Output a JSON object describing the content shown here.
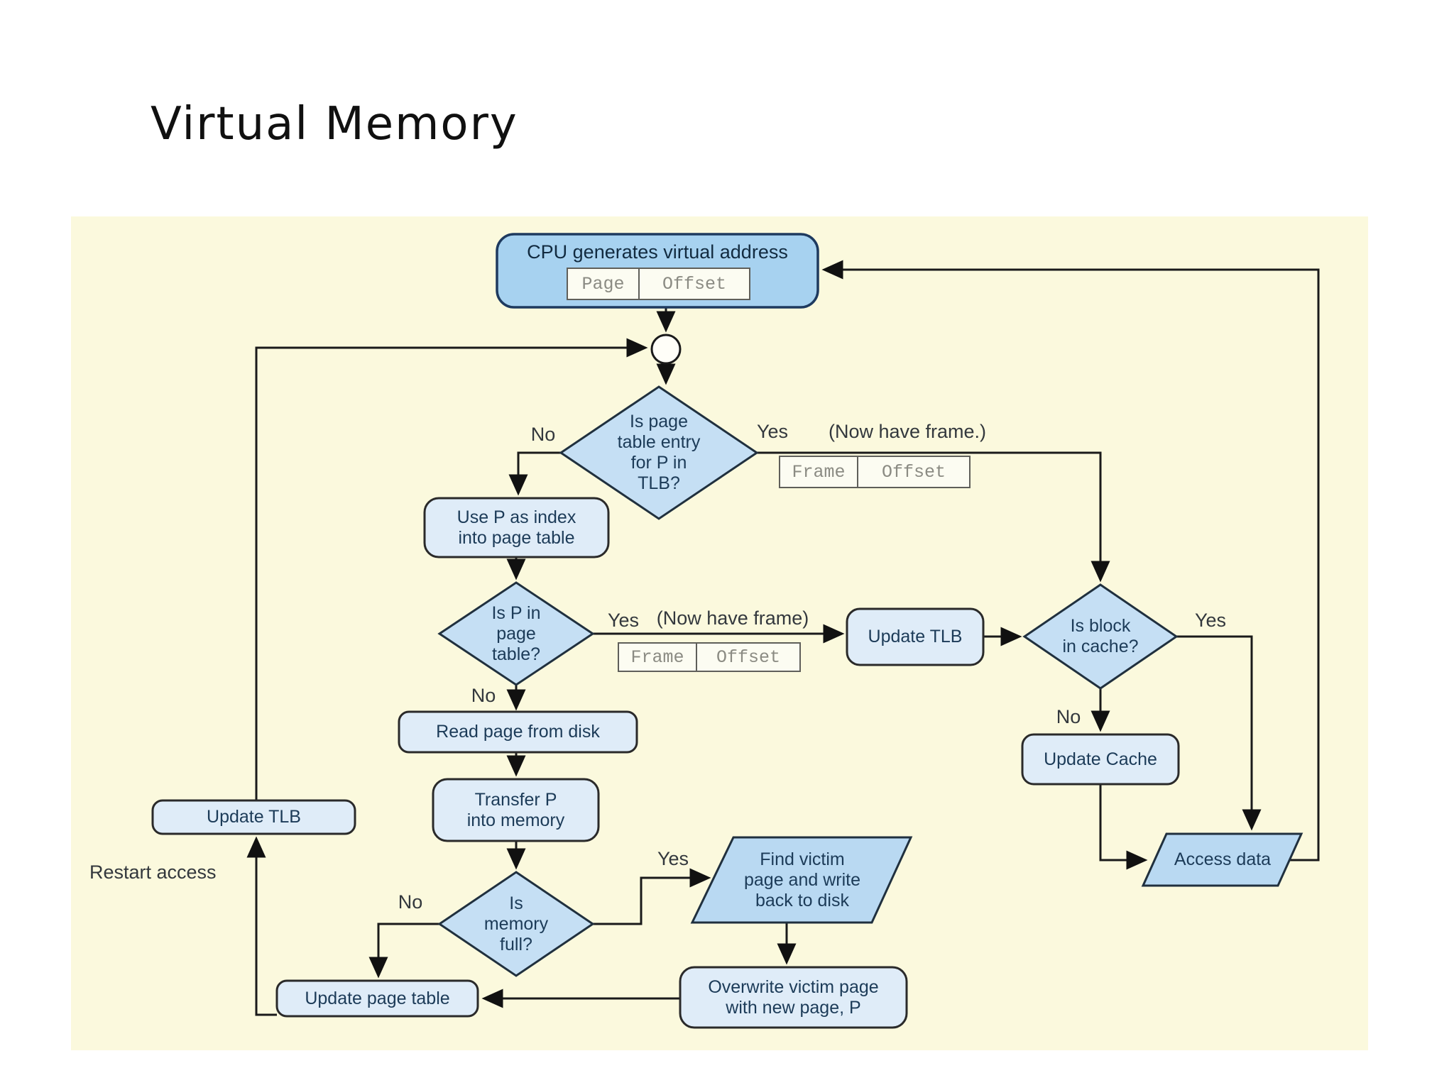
{
  "title": "Virtual Memory",
  "colors": {
    "panel_bg": "#fbf9dd",
    "node_strong_blue": "#a7d2f0",
    "diamond_blue": "#c5dff4",
    "parallelogram_blue": "#b9d9f2",
    "light_box_blue": "#dfecf8",
    "line_color": "#1a1a1a",
    "node_text": "#1c3b58",
    "field_text_gray": "#8b8b83"
  },
  "nodes": {
    "cpu": {
      "label": "CPU generates virtual address"
    },
    "tlb_check": {
      "label": "Is page\ntable entry\nfor P in\nTLB?"
    },
    "use_p_index": {
      "label": "Use P as index\ninto page table"
    },
    "page_table_check": {
      "label": "Is P in\npage\ntable?"
    },
    "update_tlb_mid": {
      "label": "Update TLB"
    },
    "cache_check": {
      "label": "Is block\nin cache?"
    },
    "update_cache": {
      "label": "Update Cache"
    },
    "access_data": {
      "label": "Access data"
    },
    "read_page": {
      "label": "Read page from disk"
    },
    "transfer_p": {
      "label": "Transfer P\ninto memory"
    },
    "memory_full_check": {
      "label": "Is\nmemory\nfull?"
    },
    "update_tlb_left": {
      "label": "Update TLB"
    },
    "update_page_table": {
      "label": "Update page table"
    },
    "find_victim": {
      "label": "Find victim\npage and write\nback to disk"
    },
    "overwrite_victim": {
      "label": "Overwrite victim page\nwith new page, P"
    }
  },
  "fields": {
    "page_offset": {
      "left": "Page",
      "right": "Offset"
    },
    "frame_offset_top": {
      "left": "Frame",
      "right": "Offset"
    },
    "frame_offset_mid": {
      "left": "Frame",
      "right": "Offset"
    }
  },
  "edge_labels": {
    "tlb_yes": "Yes",
    "tlb_yes_note": "(Now have frame.)",
    "tlb_no": "No",
    "pt_yes": "Yes",
    "pt_yes_note": "(Now have frame)",
    "pt_no": "No",
    "cache_yes": "Yes",
    "cache_no": "No",
    "mem_yes": "Yes",
    "mem_no": "No",
    "restart": "Restart access"
  }
}
